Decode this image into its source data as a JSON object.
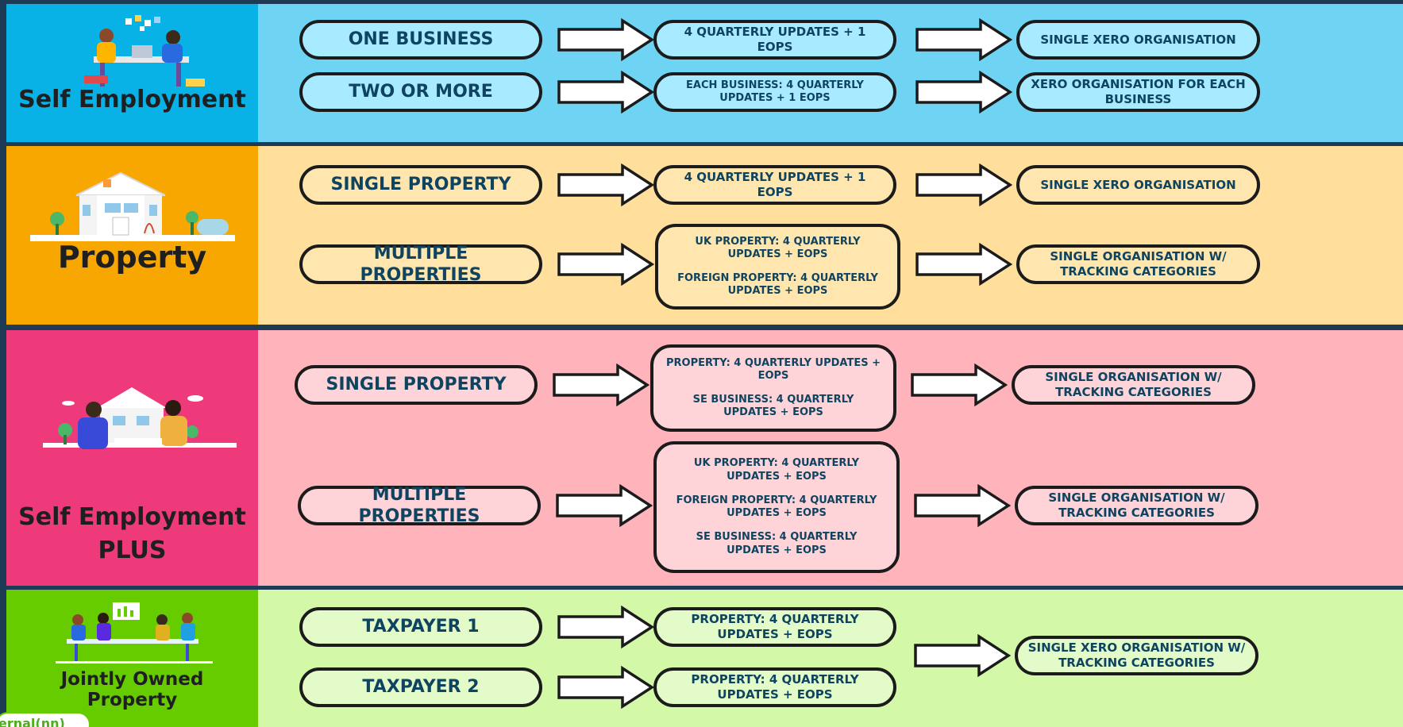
{
  "rows": {
    "self_employment": {
      "title": "Self Employment",
      "inputs": [
        "ONE BUSINESS",
        "TWO OR MORE"
      ],
      "updates": [
        "4 QUARTERLY UPDATES + 1 EOPS",
        "EACH BUSINESS: 4 QUARTERLY UPDATES + 1 EOPS"
      ],
      "outputs": [
        "SINGLE XERO ORGANISATION",
        "XERO ORGANISATION FOR EACH BUSINESS"
      ]
    },
    "property": {
      "title": "Property",
      "inputs": [
        "SINGLE PROPERTY",
        "MULTIPLE PROPERTIES"
      ],
      "updates": [
        "4 QUARTERLY UPDATES + 1 EOPS"
      ],
      "updates_multi": [
        "UK PROPERTY: 4 QUARTERLY UPDATES + EOPS",
        "FOREIGN PROPERTY: 4 QUARTERLY UPDATES + EOPS"
      ],
      "outputs": [
        "SINGLE XERO ORGANISATION",
        "SINGLE ORGANISATION W/ TRACKING CATEGORIES"
      ]
    },
    "self_employment_plus": {
      "title_line1": "Self Employment",
      "title_line2": "PLUS",
      "inputs": [
        "SINGLE PROPERTY",
        "MULTIPLE PROPERTIES"
      ],
      "updates_single": [
        "PROPERTY: 4 QUARTERLY UPDATES + EOPS",
        "SE BUSINESS: 4 QUARTERLY UPDATES + EOPS"
      ],
      "updates_multi": [
        "UK PROPERTY: 4 QUARTERLY UPDATES + EOPS",
        "FOREIGN PROPERTY: 4 QUARTERLY UPDATES + EOPS",
        "SE BUSINESS: 4 QUARTERLY UPDATES + EOPS"
      ],
      "outputs": [
        "SINGLE ORGANISATION W/ TRACKING CATEGORIES",
        "SINGLE ORGANISATION W/ TRACKING CATEGORIES"
      ]
    },
    "jointly_owned": {
      "title_line1": "Jointly Owned",
      "title_line2": "Property",
      "inputs": [
        "TAXPAYER 1",
        "TAXPAYER 2"
      ],
      "updates": [
        "PROPERTY: 4 QUARTERLY UPDATES + EOPS",
        "PROPERTY: 4 QUARTERLY UPDATES + EOPS"
      ],
      "outputs": [
        "SINGLE XERO ORGANISATION W/ TRACKING CATEGORIES"
      ]
    }
  },
  "corner_tag": "ernal(nn)",
  "colors": {
    "self_employment": "#08b1e6",
    "property": "#f7a700",
    "self_employment_plus": "#ee3a7a",
    "jointly_owned": "#66cc00",
    "pill_text": "#0f4460",
    "outline": "#1b1b1b"
  }
}
